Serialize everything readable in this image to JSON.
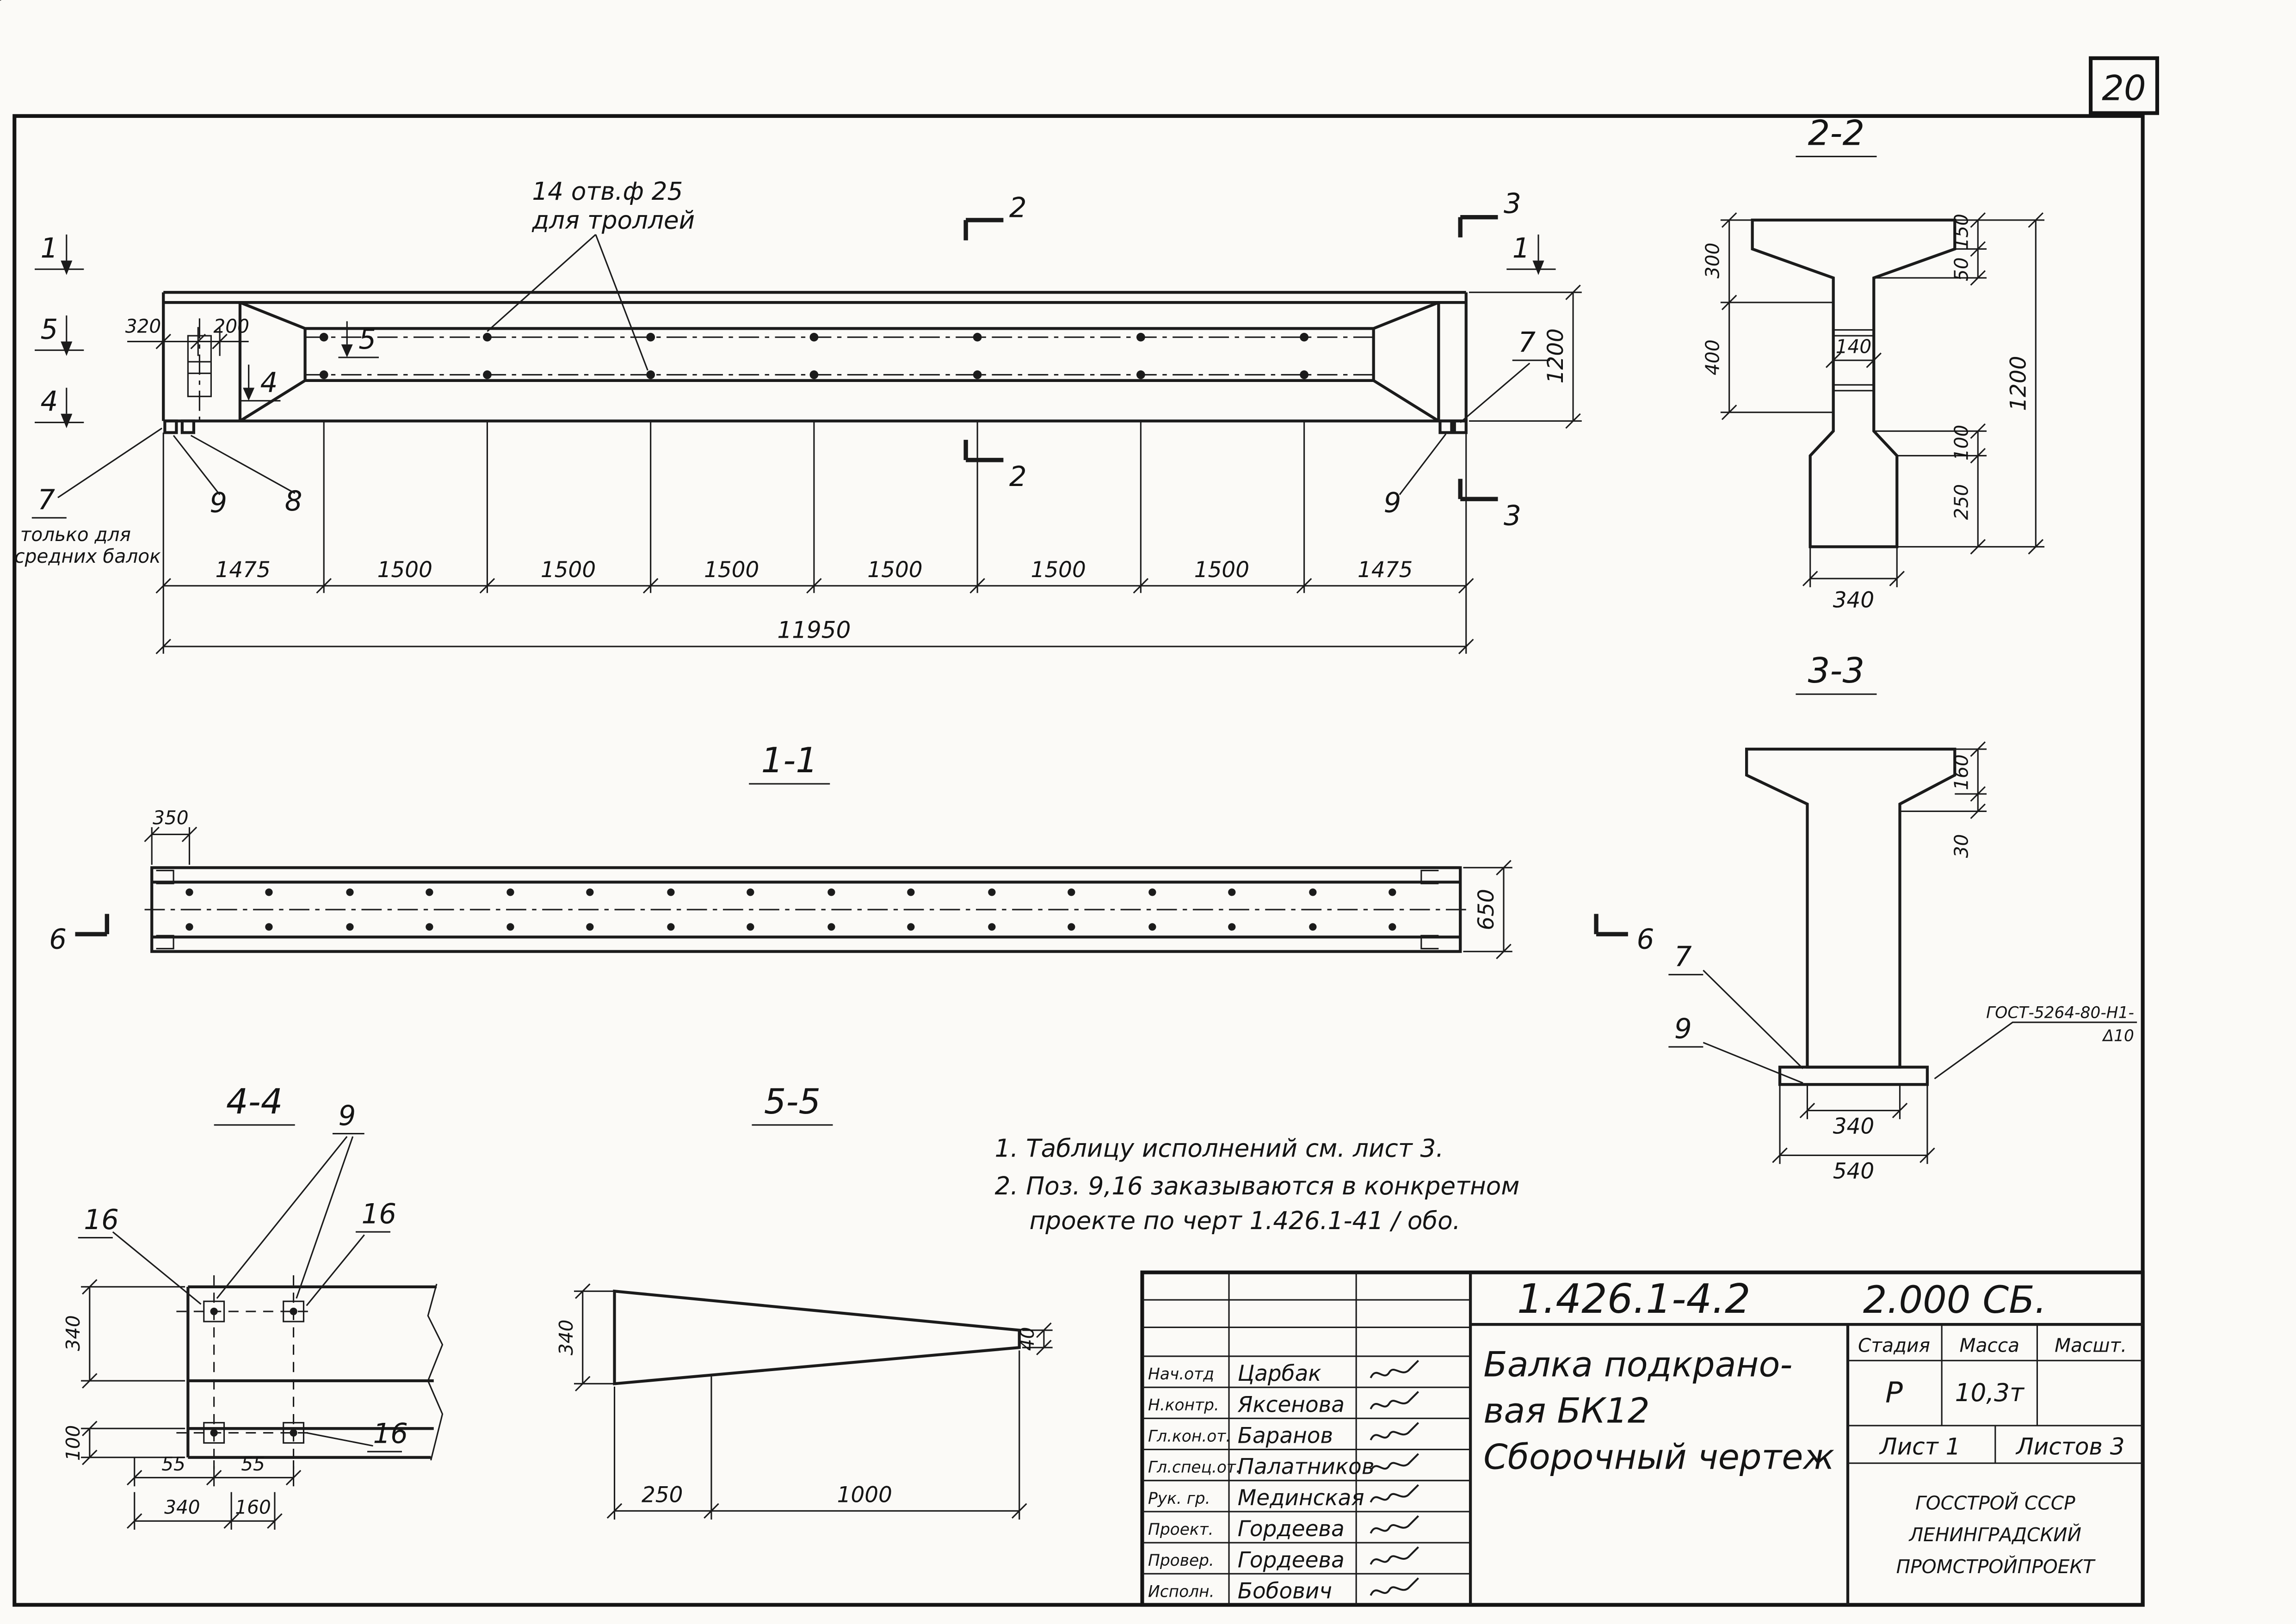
{
  "page": {
    "sheet_number": "20"
  },
  "elevation": {
    "holes_label_1": "14 отв.ф 25",
    "holes_label_2": "для троллей",
    "marker_1_left": "1",
    "marker_5_left": "5",
    "marker_4_left": "4",
    "marker_5_inner": "5",
    "marker_4_inner": "4",
    "marker_1_right": "1",
    "marker_2_top": "2",
    "marker_2_bottom": "2",
    "marker_3_top": "3",
    "marker_3_bottom": "3",
    "callout_7_left": "7",
    "callout_9_left": "9",
    "callout_8": "8",
    "callout_7_right": "7",
    "callout_9_right": "9",
    "note_line_1": "только для",
    "note_line_2": "средних балок",
    "dim_320": "320",
    "dim_200": "200",
    "dim_height": "1200",
    "segments": [
      "1475",
      "1500",
      "1500",
      "1500",
      "1500",
      "1500",
      "1500",
      "1475"
    ],
    "dim_total": "11950"
  },
  "section22": {
    "title": "2-2",
    "dim_300": "300",
    "dim_400": "400",
    "dim_150": "150",
    "dim_50": "50",
    "dim_100": "100",
    "dim_250": "250",
    "dim_1200": "1200",
    "dim_140": "140",
    "dim_340": "340"
  },
  "section11": {
    "title": "1-1",
    "dim_350": "350",
    "dim_650": "650",
    "marker_6_left": "6",
    "marker_6_right": "6"
  },
  "section33": {
    "title": "3-3",
    "dim_160": "160",
    "dim_30": "30",
    "dim_340": "340",
    "dim_540": "540",
    "callout_7": "7",
    "callout_9": "9",
    "weld_note_1": "ГОСТ-5264-80-Н1-",
    "weld_note_2": "Δ10"
  },
  "section44": {
    "title": "4-4",
    "dim_340": "340",
    "dim_100": "100",
    "dim_55_a": "55",
    "dim_55_b": "55",
    "dim_340_b": "340",
    "dim_160": "160",
    "callout_9": "9",
    "callout_16_a": "16",
    "callout_16_b": "16",
    "callout_16_c": "16"
  },
  "section55": {
    "title": "5-5",
    "dim_340": "340",
    "dim_40": "40",
    "dim_250": "250",
    "dim_1000": "1000"
  },
  "notes": {
    "line_1": "1. Таблицу исполнений  см. лист 3.",
    "line_2": "2. Поз. 9,16 заказываются в конкретном",
    "line_3": "проекте по черт 1.426.1-41 / обо."
  },
  "titleblock": {
    "doc_number": "1.426.1-4.2",
    "doc_code": "2.000 СБ.",
    "title_line_1": "Балка подкрано-",
    "title_line_2": "вая БК12",
    "title_line_3": "Сборочный  чертеж",
    "header_stage": "Стадия",
    "header_mass": "Масса",
    "header_scale": "Масшт.",
    "value_stage": "Р",
    "value_mass": "10,3т",
    "sheet_label": "Лист 1",
    "sheets_label": "Листов 3",
    "org_line_1": "ГОССТРОЙ СССР",
    "org_line_2": "ЛЕНИНГРАДСКИЙ",
    "org_line_3": "ПРОМСТРОЙПРОЕКТ",
    "rows": [
      {
        "role": "Нач.отд",
        "name": "Царбак"
      },
      {
        "role": "Н.контр.",
        "name": "Яксенова"
      },
      {
        "role": "Гл.кон.от.",
        "name": "Баранов"
      },
      {
        "role": "Гл.спец.от.",
        "name": "Палатников"
      },
      {
        "role": "Рук. гр.",
        "name": "Мединская"
      },
      {
        "role": "Проект.",
        "name": "Гордеева"
      },
      {
        "role": "Провер.",
        "name": "Гордеева"
      },
      {
        "role": "Исполн.",
        "name": "Бобович"
      }
    ]
  }
}
